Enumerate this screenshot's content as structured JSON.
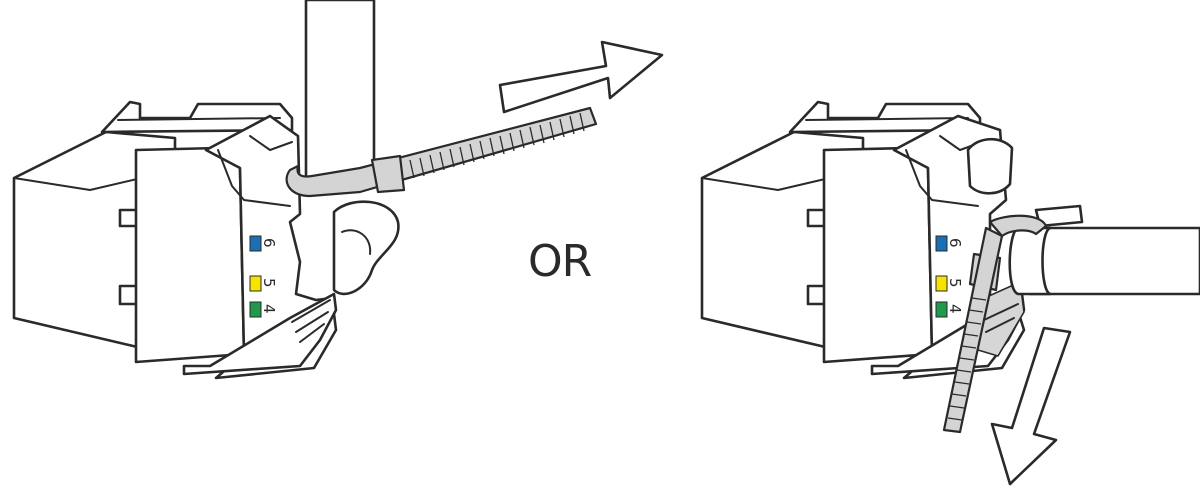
{
  "separator": {
    "label": "OR"
  },
  "pin_labels": [
    {
      "number": "6",
      "color": "#1a6fb5"
    },
    {
      "number": "5",
      "color": "#f5e400"
    },
    {
      "number": "4",
      "color": "#1f9a4c"
    }
  ],
  "colors": {
    "stroke": "#2a2a2a",
    "tie_fill": "#d4d4d4",
    "background": "#ffffff"
  },
  "panels": [
    {
      "name": "left",
      "cable_direction": "vertical",
      "arrow": "right"
    },
    {
      "name": "right",
      "cable_direction": "horizontal",
      "arrow": "down"
    }
  ]
}
